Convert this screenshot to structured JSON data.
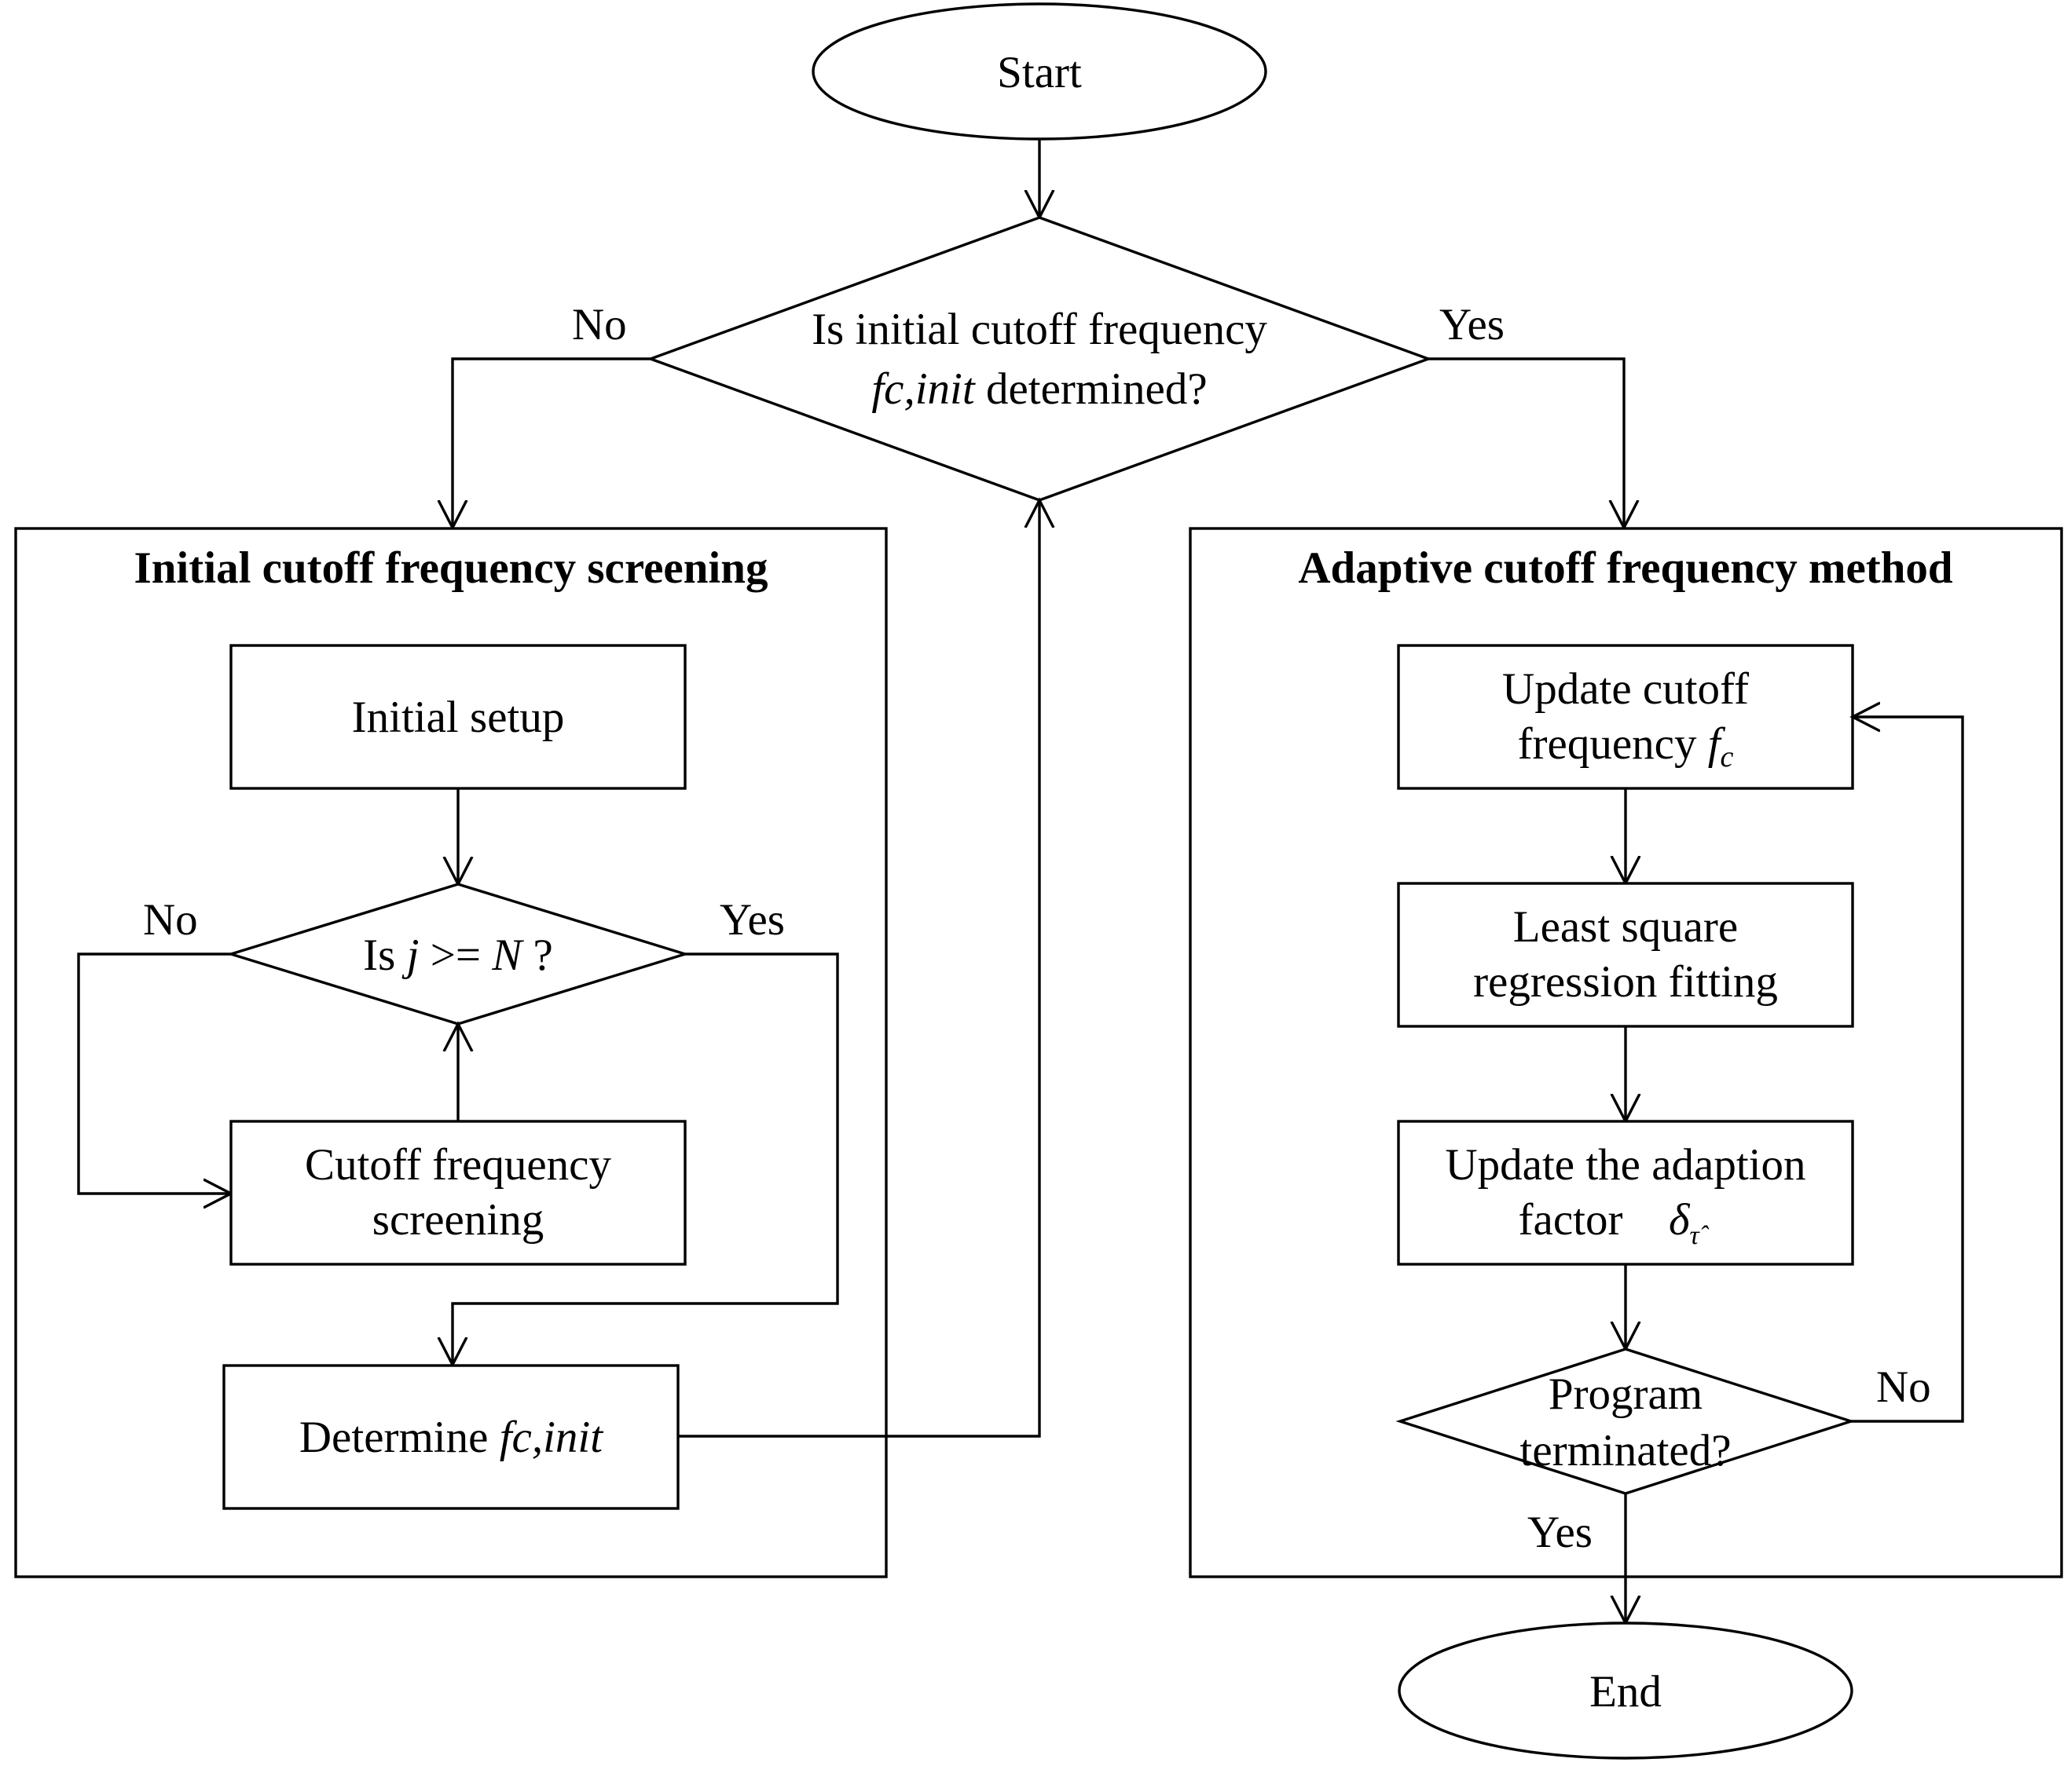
{
  "nodes": {
    "start": "Start",
    "decision_main_line1": "Is initial cutoff frequency",
    "decision_main_line2_var": "fc,init",
    "decision_main_line2_rest": " determined?",
    "left_group_title": "Initial cutoff frequency screening",
    "initial_setup": "Initial setup",
    "decision_j_prefix": "Is ",
    "decision_j_var1": "j",
    "decision_j_mid": " >= ",
    "decision_j_var2": "N",
    "decision_j_suffix": " ?",
    "screening_line1": "Cutoff frequency",
    "screening_line2": "screening",
    "determine_prefix": "Determine ",
    "determine_var": "fc,init",
    "right_group_title": "Adaptive cutoff frequency method",
    "update_fc_line1": "Update cutoff",
    "update_fc_line2": "frequency ",
    "update_fc_var": "f",
    "update_fc_sub": "c",
    "lsq_line1": "Least square",
    "lsq_line2": "regression fitting",
    "adapt_line1": "Update the adaption",
    "adapt_line2": "factor",
    "adapt_symbol": "δ",
    "adapt_sub": "τ̂",
    "terminated_line1": "Program",
    "terminated_line2": "terminated?",
    "end": "End"
  },
  "edges": {
    "main_no": "No",
    "main_yes": "Yes",
    "inner_no": "No",
    "inner_yes": "Yes",
    "term_no": "No",
    "term_yes": "Yes"
  }
}
